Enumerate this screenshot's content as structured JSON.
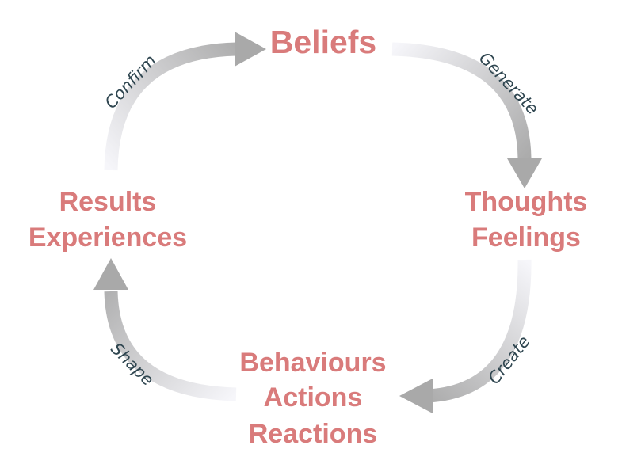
{
  "colors": {
    "node_text": "#d97b7b",
    "verb_text": "#2f4650",
    "arrow_dark": "#b0b0b0",
    "arrow_light": "#f4f4f8"
  },
  "nodes": {
    "beliefs": "Beliefs",
    "thoughts": "Thoughts",
    "feelings": "Feelings",
    "behaviours": "Behaviours",
    "actions": "Actions",
    "reactions": "Reactions",
    "results": "Results",
    "experiences": "Experiences"
  },
  "verbs": {
    "generate": "Generate",
    "create": "Create",
    "shape": "Shape",
    "confirm": "Confirm"
  }
}
